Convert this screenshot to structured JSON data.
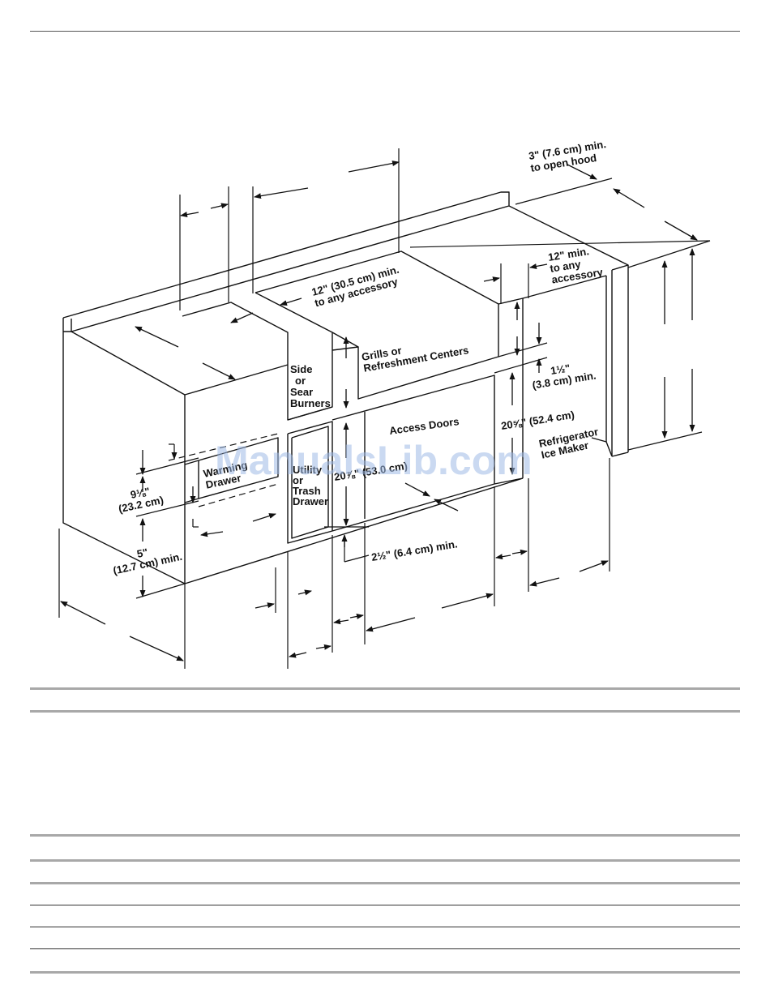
{
  "diagram": {
    "labels": {
      "hood_clearance_line1": "3\" (7.6 cm) min.",
      "hood_clearance_line2": "to open hood",
      "right_accessory_line1": "12\" min.",
      "right_accessory_line2": "to any",
      "right_accessory_line3": "accessory",
      "grill_accessory_line1": "12\" (30.5 cm) min.",
      "grill_accessory_line2": "to any accessory",
      "grills_line1": "Grills or",
      "grills_line2": "Refreshment Centers",
      "side_line1": "Side",
      "side_line2": "or",
      "side_line3": "Sear",
      "side_line4": "Burners",
      "access_doors": "Access Doors",
      "one_half_line1": "1½\"",
      "one_half_line2": "(3.8 cm) min.",
      "height_20_5_8": "20⅝\" (52.4 cm)",
      "height_20_door": "20⅞\" (53.0 cm)",
      "refrigerator_line1": "Refrigerator",
      "refrigerator_line2": "Ice Maker",
      "warming_line1": "Warming",
      "warming_line2": "Drawer",
      "nine_line1": "9⅛\"",
      "nine_line2": "(23.2 cm)",
      "utility_line1": "Utility",
      "utility_line2": "or",
      "utility_line3": "Trash",
      "utility_line4": "Drawer",
      "five_line1": "5\"",
      "five_line2": "(12.7 cm) min.",
      "two_half": "2½\" (6.4 cm) min."
    },
    "watermark": "ManualsLib.com"
  }
}
